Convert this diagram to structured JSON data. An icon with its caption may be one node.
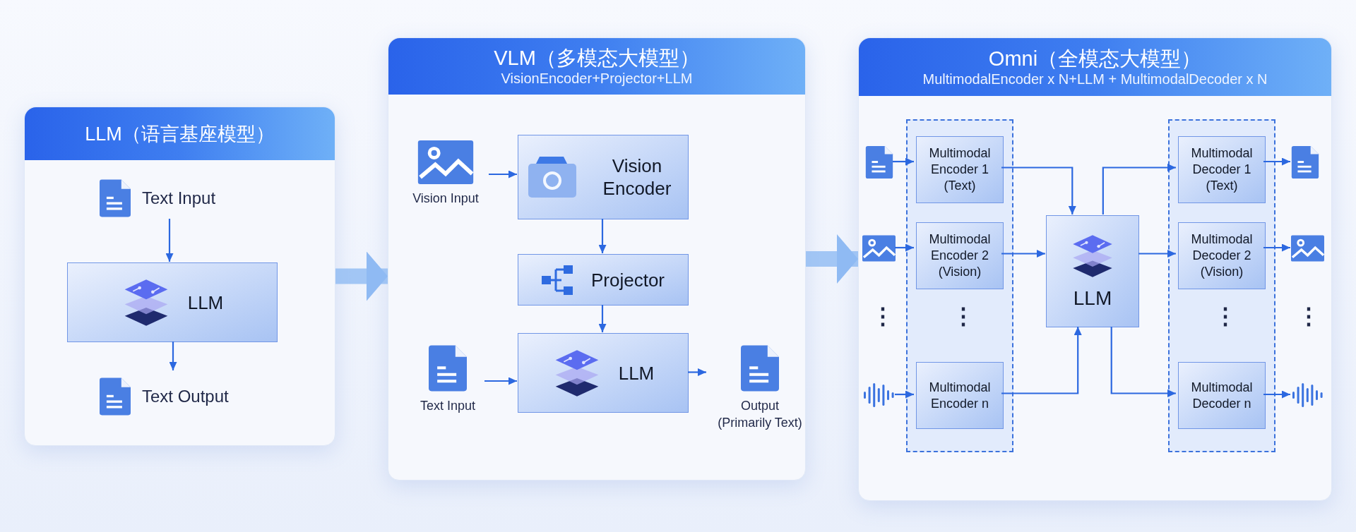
{
  "diagram": {
    "nodes": [
      {
        "text": [
          "LLM（语言基座模型）"
        ]
      },
      {
        "text": [
          "Text Input"
        ],
        "in": 0
      },
      {
        "text": [
          "LLM"
        ],
        "in": 0
      },
      {
        "text": [
          "Text Output"
        ],
        "in": 0
      },
      {
        "text": [
          "VLM（多模态大模型）",
          "VisionEncoder+Projector+LLM"
        ]
      },
      {
        "text": [
          "Vision Input"
        ],
        "in": 4
      },
      {
        "text": [
          "Vision Encoder"
        ],
        "in": 4
      },
      {
        "text": [
          "Projector"
        ],
        "in": 4
      },
      {
        "text": [
          "Text Input"
        ],
        "in": 4
      },
      {
        "text": [
          "LLM"
        ],
        "in": 4
      },
      {
        "text": [
          "Output",
          "(Primarily Text)"
        ],
        "in": 4
      },
      {
        "text": [
          "Omni（全模态大模型）",
          "MultimodalEncoder x N+LLM + MultimodalDecoder x N"
        ]
      },
      {
        "text": [],
        "shape": "box",
        "in": 11
      },
      {
        "text": [
          "Multimodal Encoder 1 (Text)"
        ],
        "in": 12
      },
      {
        "text": [
          "Multimodal Encoder 2 (Vision)"
        ],
        "in": 12
      },
      {
        "text": [
          "Multimodal Encoder n"
        ],
        "in": 12
      },
      {
        "text": [
          "LLM"
        ],
        "in": 11
      },
      {
        "text": [],
        "shape": "box",
        "in": 11
      },
      {
        "text": [
          "Multimodal Decoder 1 (Text)"
        ],
        "in": 17
      },
      {
        "text": [
          "Multimodal Decoder 2 (Vision)"
        ],
        "in": 17
      },
      {
        "text": [
          "Multimodal Decoder n"
        ],
        "in": 17
      },
      {
        "text": [],
        "shape": "document",
        "in": 11
      },
      {
        "text": [],
        "shape": "picture",
        "in": 11
      },
      {
        "text": [],
        "shape": "waveform",
        "in": 11
      },
      {
        "text": [],
        "shape": "document",
        "in": 11
      },
      {
        "text": [],
        "shape": "picture",
        "in": 11
      },
      {
        "text": [],
        "shape": "waveform",
        "in": 11
      }
    ],
    "edges": [
      {
        "from": 0,
        "to": 4,
        "arrow": "to",
        "style": "thick",
        "color": "#8fbaf3"
      },
      {
        "from": 1,
        "to": 2,
        "arrow": "to"
      },
      {
        "from": 2,
        "to": 3,
        "arrow": "to"
      },
      {
        "from": 4,
        "to": 11,
        "arrow": "to",
        "style": "thick",
        "color": "#8fbaf3"
      },
      {
        "from": 5,
        "to": 6,
        "arrow": "to"
      },
      {
        "from": 6,
        "to": 7,
        "arrow": "to"
      },
      {
        "from": 7,
        "to": 9,
        "arrow": "to"
      },
      {
        "from": 8,
        "to": 9,
        "arrow": "to"
      },
      {
        "from": 9,
        "to": 10,
        "arrow": "to"
      },
      {
        "from": 21,
        "to": 13,
        "arrow": "to"
      },
      {
        "from": 22,
        "to": 14,
        "arrow": "to"
      },
      {
        "from": 23,
        "to": 15,
        "arrow": "to"
      },
      {
        "from": 13,
        "to": 16,
        "arrow": "to"
      },
      {
        "from": 14,
        "to": 16,
        "arrow": "to"
      },
      {
        "from": 15,
        "to": 16,
        "arrow": "to"
      },
      {
        "from": 16,
        "to": 18,
        "arrow": "to"
      },
      {
        "from": 16,
        "to": 19,
        "arrow": "to"
      },
      {
        "from": 16,
        "to": 20,
        "arrow": "to"
      },
      {
        "from": 18,
        "to": 24,
        "arrow": "to"
      },
      {
        "from": 19,
        "to": 25,
        "arrow": "to"
      },
      {
        "from": 20,
        "to": 26,
        "arrow": "to"
      }
    ],
    "labels": [
      "⋮",
      "⋮",
      "⋮",
      "⋮"
    ]
  }
}
